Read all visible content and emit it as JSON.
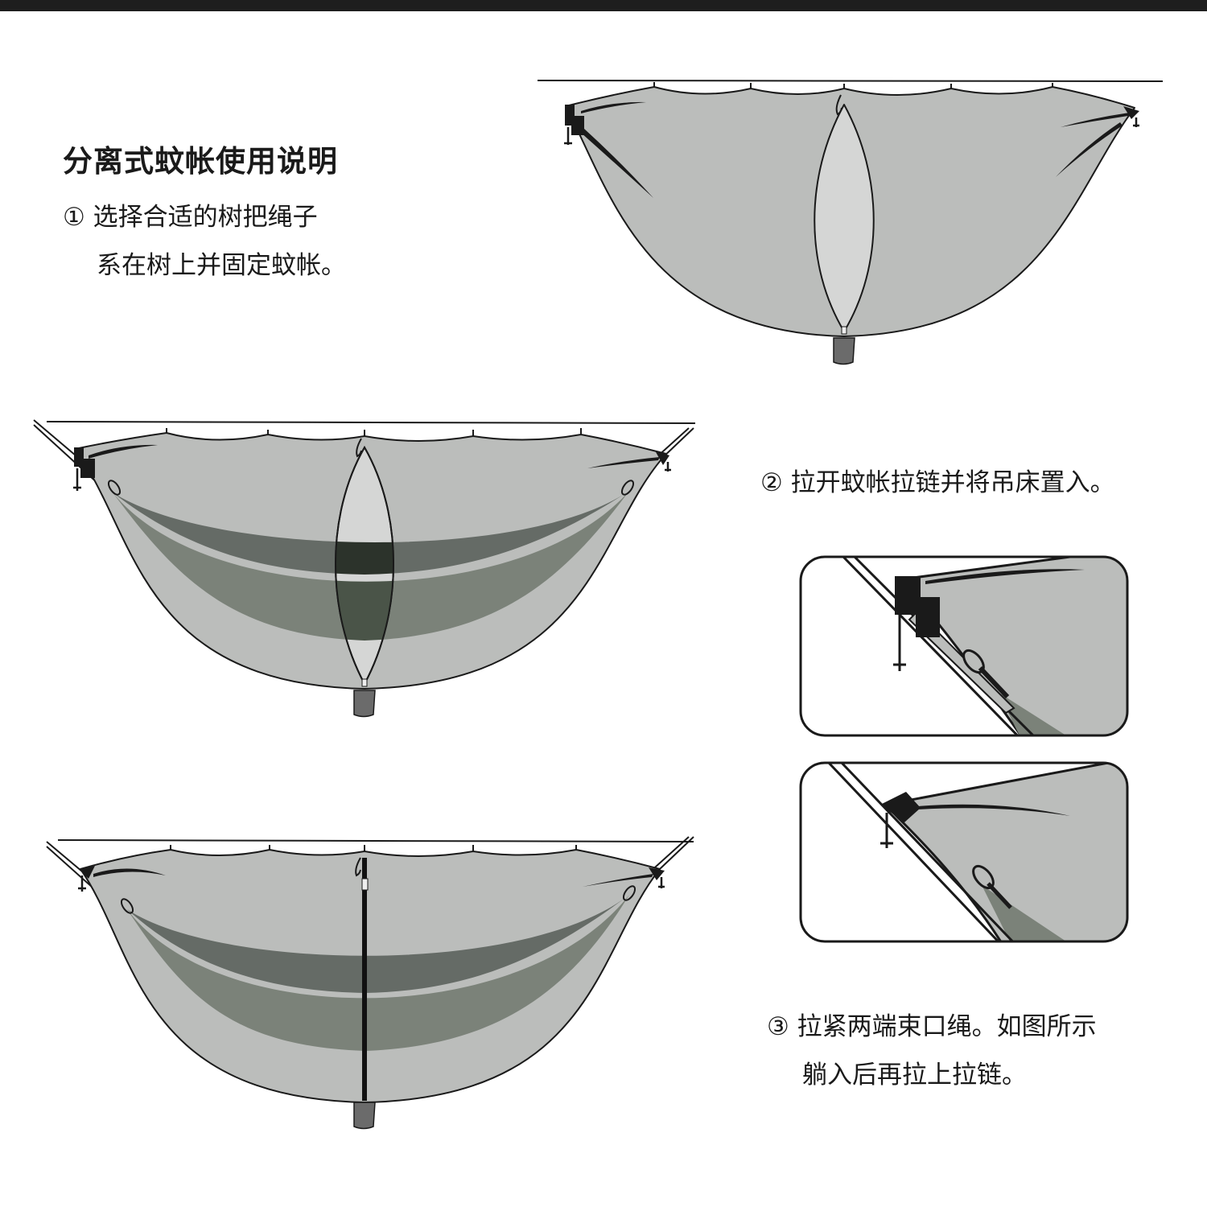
{
  "title": "分离式蚊帐使用说明",
  "steps": [
    {
      "lines": [
        "① 选择合适的树把绳子",
        "系在树上并固定蚊帐。"
      ]
    },
    {
      "lines": [
        "② 拉开蚊帐拉链并将吊床置入。"
      ]
    },
    {
      "lines": [
        "③ 拉紧两端束口绳。如图所示",
        "躺入后再拉上拉链。"
      ]
    }
  ],
  "colors": {
    "net": "#bbbdbb",
    "net_light": "#d5d6d5",
    "hammock": "#7b8279",
    "hammock_dark": "#656b66",
    "hammock_seen_through_zip": "#4a5448",
    "outline": "#1a1a1a",
    "pouch": "#6b6b6b",
    "top_bar": "#1e1e1e"
  },
  "icons": [
    "zipper-pull-icon",
    "cord-lock-icon",
    "carabiner-icon",
    "stuff-sack-icon"
  ]
}
